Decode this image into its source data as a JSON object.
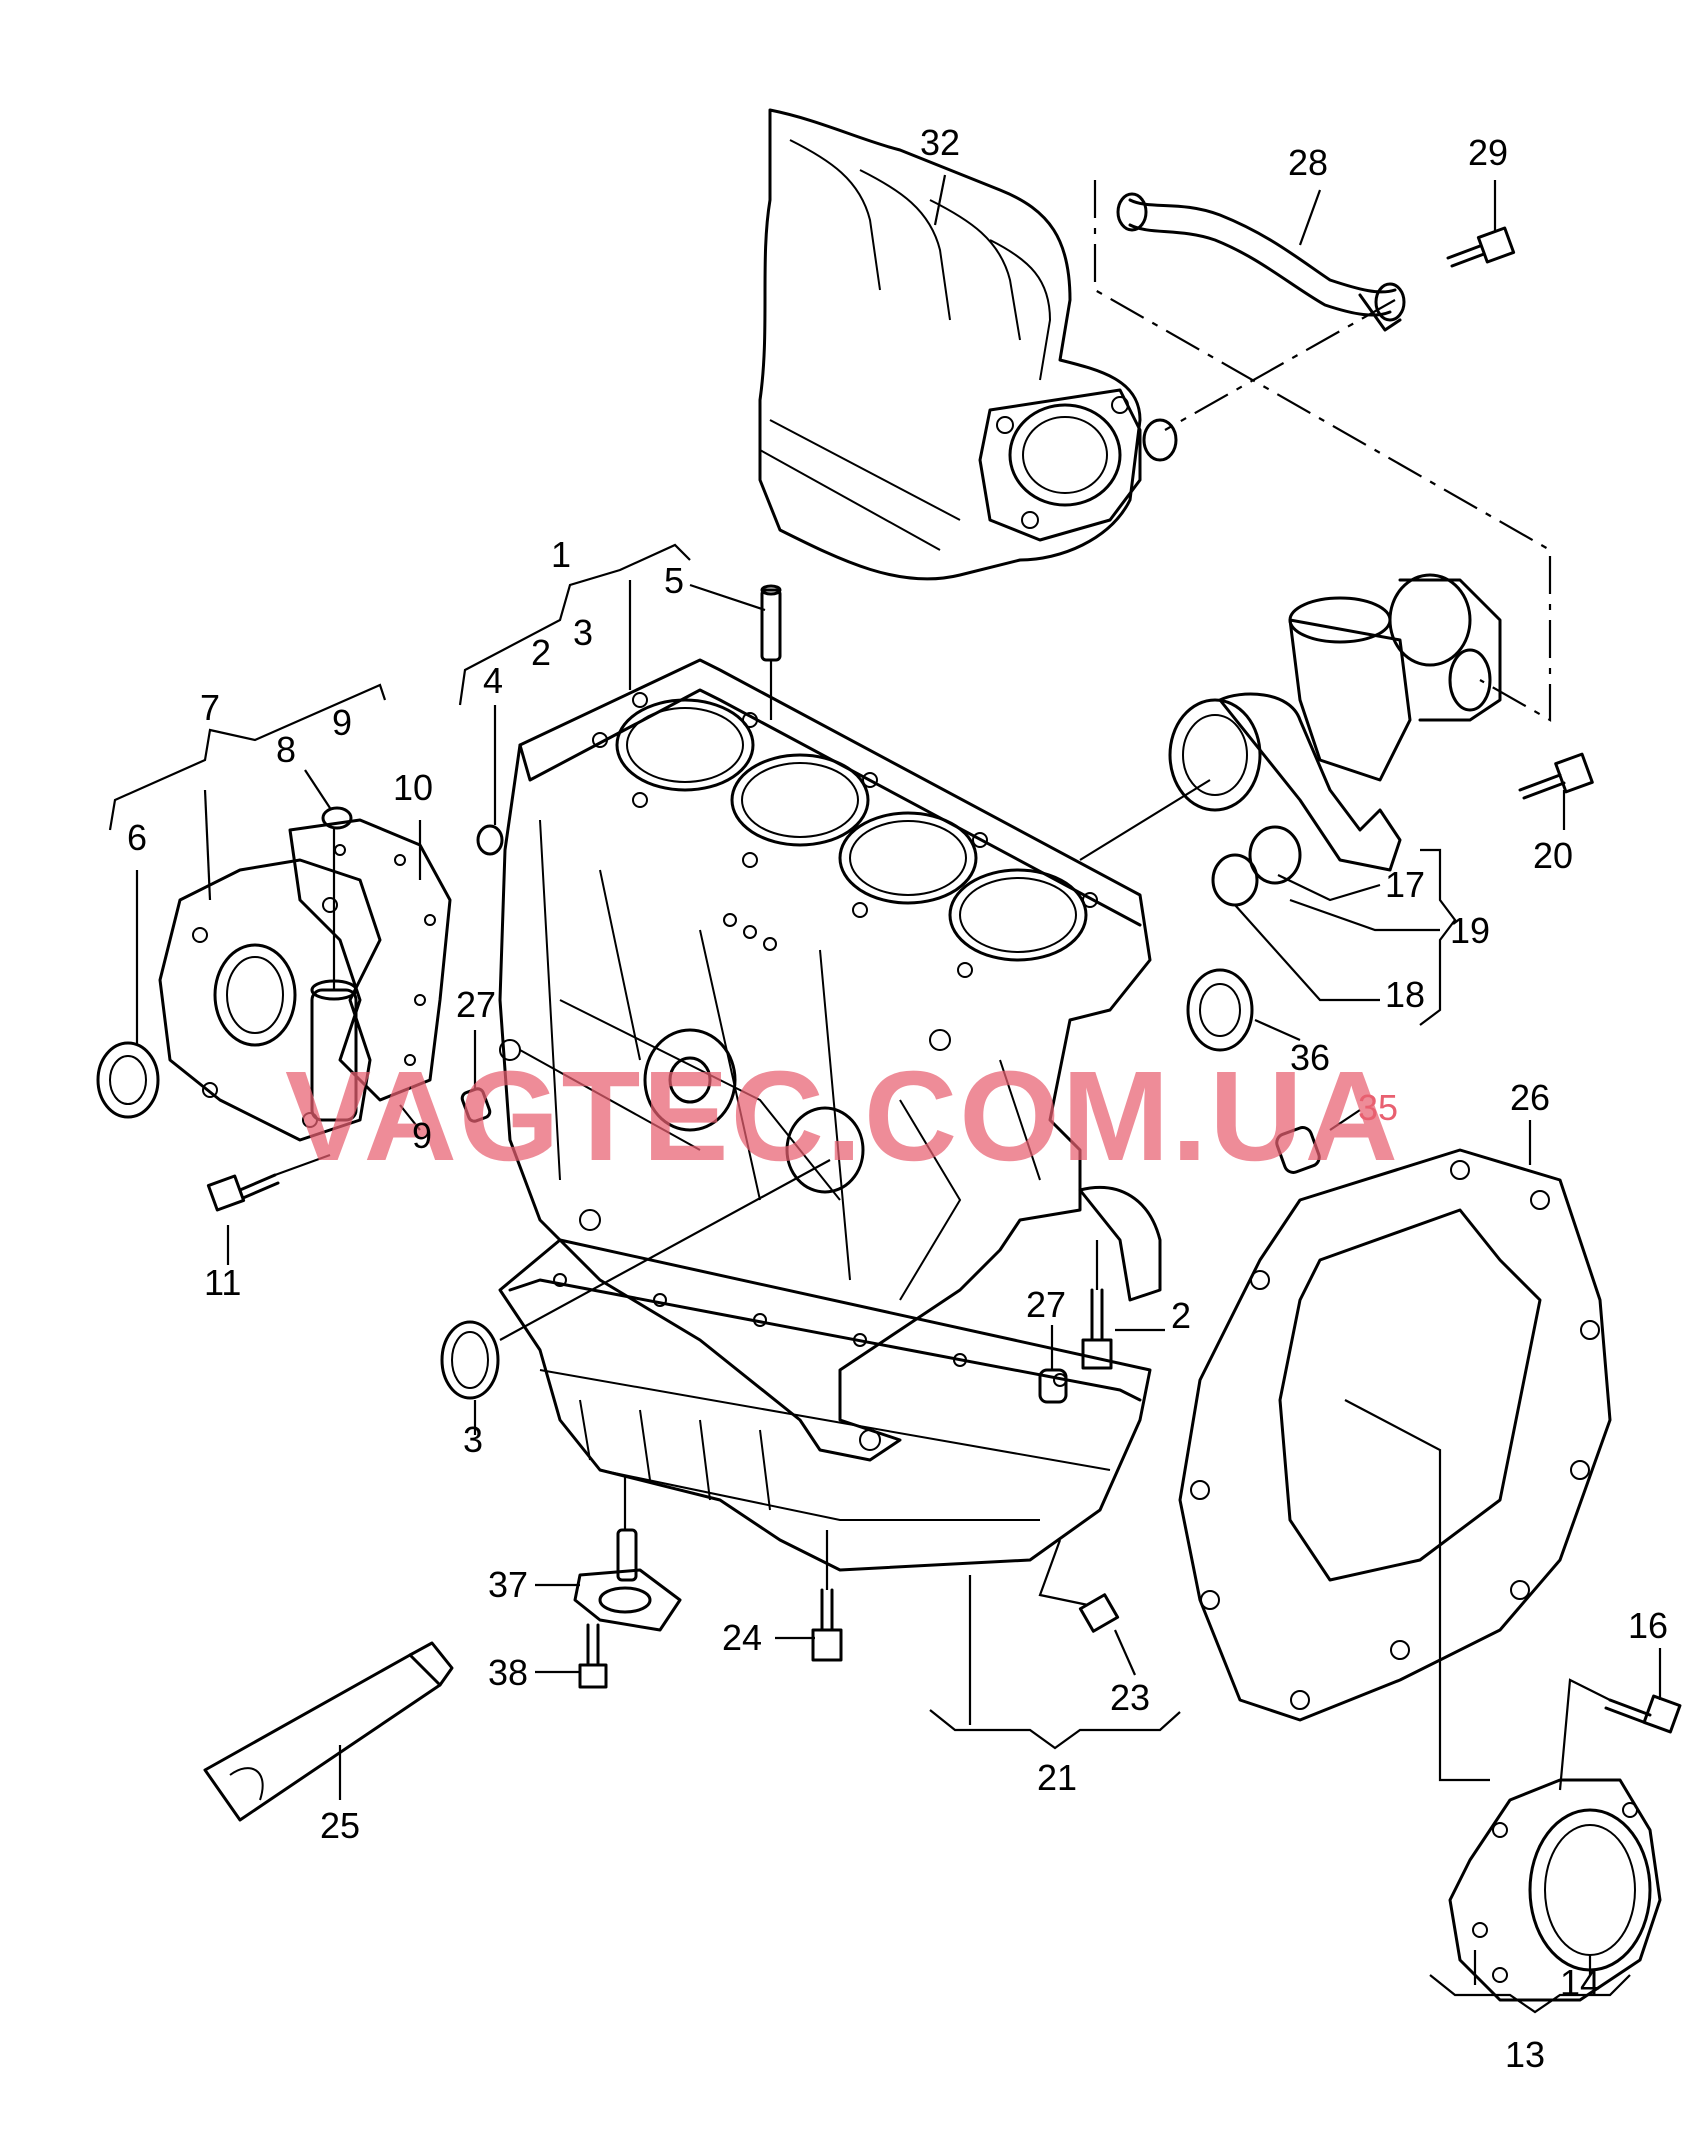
{
  "watermark": "VAGTEC.COM.UA",
  "watermark_color": "#e86070",
  "callouts": [
    "1",
    "2",
    "2",
    "3",
    "3",
    "4",
    "5",
    "6",
    "7",
    "8",
    "9",
    "9",
    "10",
    "11",
    "13",
    "14",
    "16",
    "17",
    "18",
    "19",
    "20",
    "21",
    "23",
    "24",
    "25",
    "26",
    "27",
    "27",
    "28",
    "29",
    "32",
    "35",
    "36",
    "37",
    "38"
  ]
}
